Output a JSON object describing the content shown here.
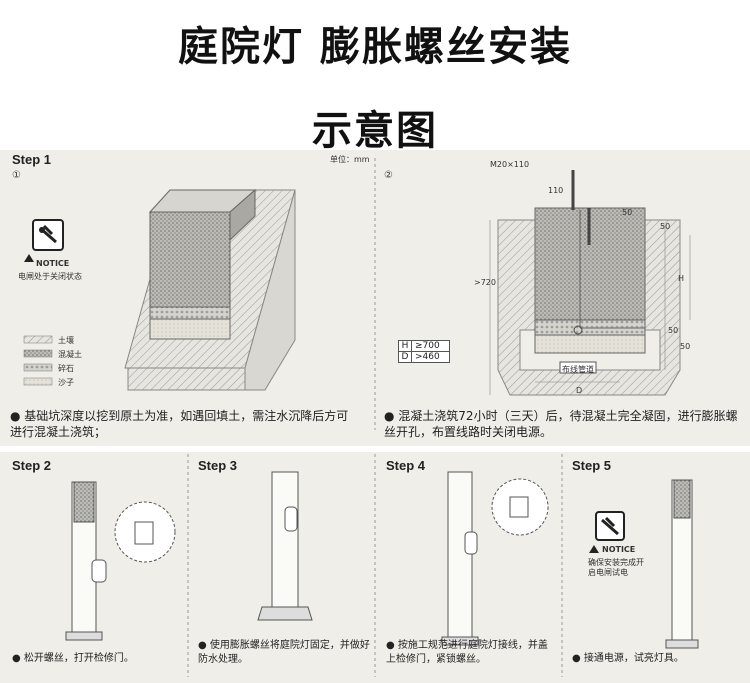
{
  "title": {
    "line1": "庭院灯 膨胀螺丝安装",
    "line2": "示意图"
  },
  "unit": "单位：mm",
  "step1": {
    "label": "Step 1",
    "num1": "①",
    "num2": "②",
    "notice_title": "NOTICE",
    "notice_text": "电闸处于关闭状态",
    "legend": [
      "土壤",
      "混凝土",
      "碎石",
      "沙子"
    ],
    "table": [
      {
        "k": "H",
        "v": "≥700"
      },
      {
        "k": "D",
        "v": ">460"
      }
    ],
    "bolt_label": "M20×110",
    "dim_110": "110",
    "dim_720": ">720",
    "dim_h": "H",
    "dim_d": "D",
    "dim_50": "50",
    "pipe_label": "布线管道",
    "note_left": "基础坑深度以挖到原土为准，如遇回填土，需注水沉降后方可进行混凝土浇筑；",
    "note_right": "混凝土浇筑72小时（三天）后，待混凝土完全凝固，进行膨胀螺丝开孔，布置线路时关闭电源。"
  },
  "step2": {
    "label": "Step 2",
    "note": "松开螺丝，打开检修门。"
  },
  "step3": {
    "label": "Step 3",
    "note": "使用膨胀螺丝将庭院灯固定，并做好防水处理。"
  },
  "step4": {
    "label": "Step 4",
    "note": "按施工规范进行庭院灯接线，并盖上检修门，紧锁螺丝。"
  },
  "step5": {
    "label": "Step 5",
    "notice_title": "NOTICE",
    "notice_text": "确保安装完成开启电闸试电",
    "note": "接通电源，试亮灯具。"
  }
}
